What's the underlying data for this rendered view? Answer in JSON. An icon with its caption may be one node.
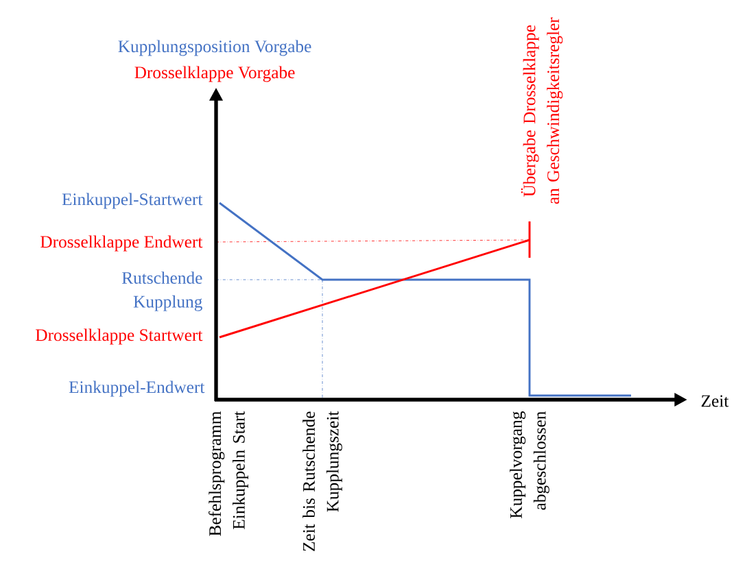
{
  "diagram": {
    "labels": [
      "Kupplungsposition Vorgabe",
      "Drosselklappe Vorgabe",
      "Übergabe Drosselklappe an Geschwindigkeitsregler",
      "Einkuppel-Startwert",
      "Drosselklappe Endwert",
      "Rutschende Kupplung",
      "Drosselklappe Startwert",
      "Einkuppel-Endwert",
      "Zeit",
      "Befehlsprogramm Einkuppeln Start",
      "Zeit bis Rutschende Kupplungszeit",
      "Kuppelvorgang abgeschlossen"
    ]
  }
}
